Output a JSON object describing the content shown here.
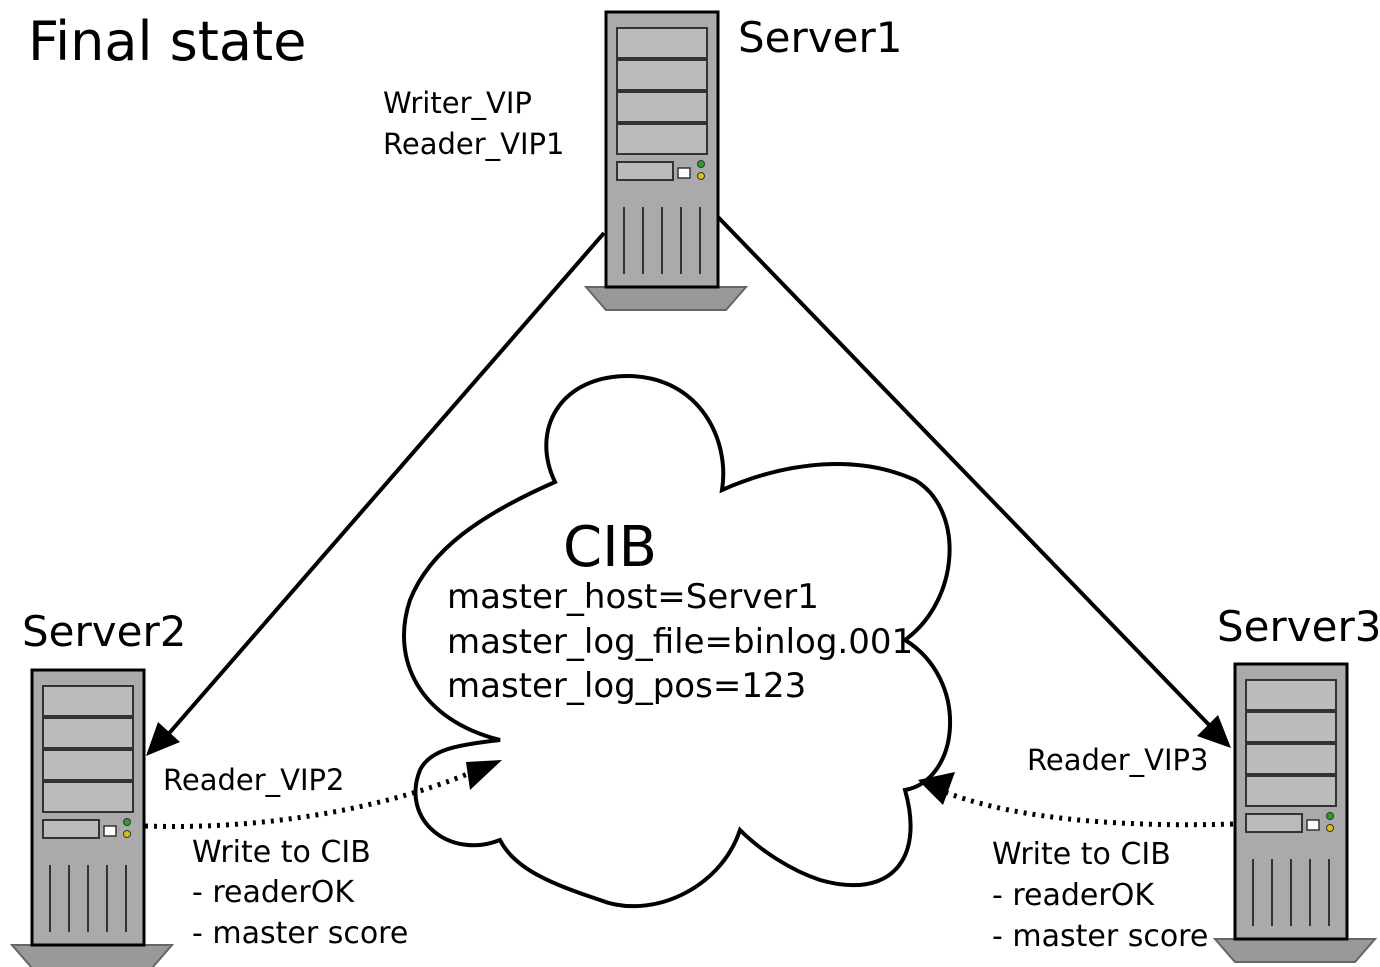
{
  "title": "Final state",
  "colors": {
    "server_body": "#aaaaaa",
    "server_drive": "#bbbbbb",
    "server_base": "#999999",
    "led_green": "#2aa02a",
    "led_yellow": "#d4c21a",
    "line": "#000000",
    "background": "#ffffff"
  },
  "servers": {
    "server1": {
      "name": "Server1",
      "icon": "server-tower-icon",
      "vips": [
        "Writer_VIP",
        "Reader_VIP1"
      ]
    },
    "server2": {
      "name": "Server2",
      "icon": "server-tower-icon",
      "vips": [
        "Reader_VIP2"
      ],
      "notes": [
        "Write to CIB",
        "- readerOK",
        "- master score"
      ]
    },
    "server3": {
      "name": "Server3",
      "icon": "server-tower-icon",
      "vips": [
        "Reader_VIP3"
      ],
      "notes": [
        "Write to CIB",
        "- readerOK",
        "- master score"
      ]
    }
  },
  "cib": {
    "title": "CIB",
    "icon": "cloud-icon",
    "lines": [
      "master_host=Server1",
      "master_log_file=binlog.001",
      "master_log_pos=123"
    ]
  },
  "connections": [
    {
      "from": "Server1",
      "to": "Server2",
      "style": "solid-arrow"
    },
    {
      "from": "Server1",
      "to": "Server3",
      "style": "solid-arrow"
    },
    {
      "from": "Server2",
      "to": "CIB",
      "style": "dotted-arrow"
    },
    {
      "from": "Server3",
      "to": "CIB",
      "style": "dotted-arrow"
    }
  ]
}
